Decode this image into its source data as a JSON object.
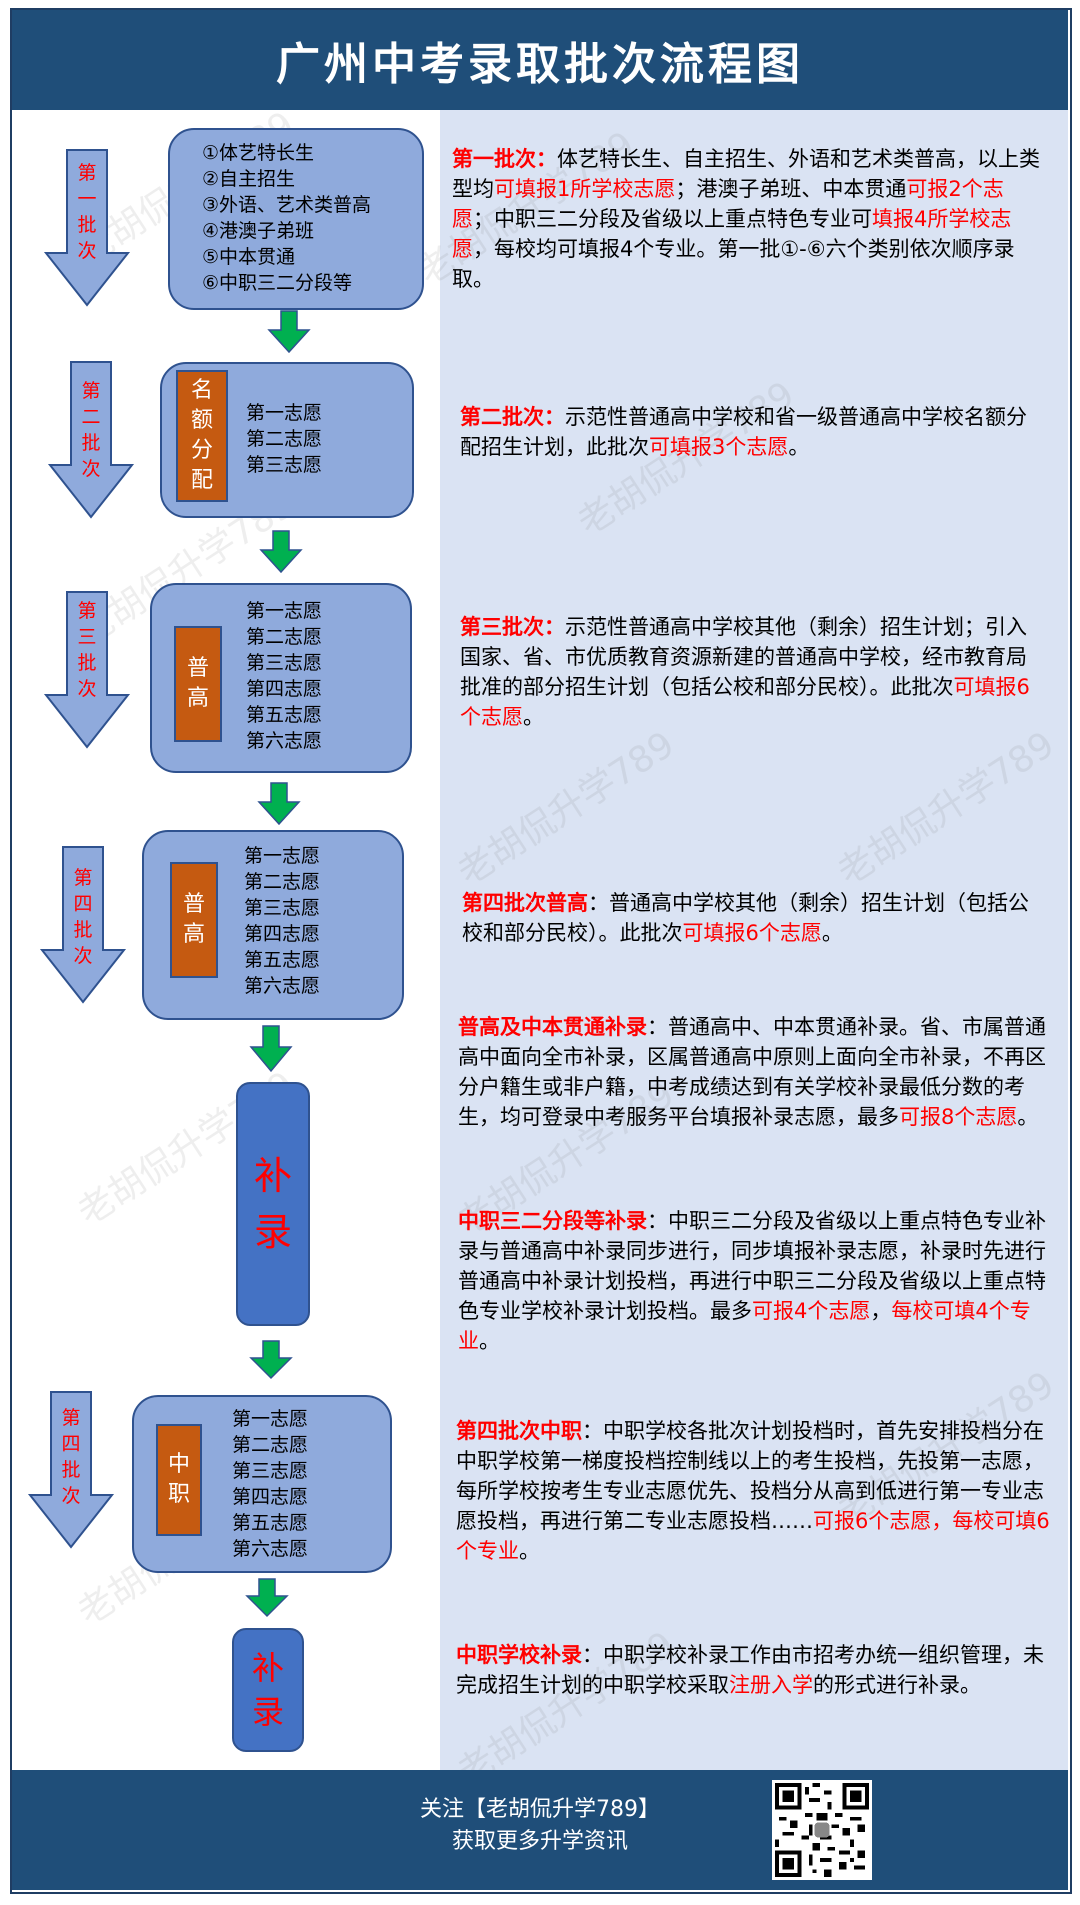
{
  "title": "广州中考录取批次流程图",
  "watermark": "老胡侃升学789",
  "flow": {
    "batch1": {
      "side_label": [
        "第",
        "一",
        "批",
        "次"
      ],
      "items": [
        "①体艺特长生",
        "②自主招生",
        "③外语、艺术类普高",
        "④港澳子弟班",
        "⑤中本贯通",
        "⑥中职三二分段等"
      ]
    },
    "batch2": {
      "side_label": [
        "第",
        "二",
        "批",
        "次"
      ],
      "tag": [
        "名",
        "额",
        "分",
        "配"
      ],
      "items": [
        "第一志愿",
        "第二志愿",
        "第三志愿"
      ]
    },
    "batch3": {
      "side_label": [
        "第",
        "三",
        "批",
        "次"
      ],
      "tag": [
        "普",
        "高"
      ],
      "items": [
        "第一志愿",
        "第二志愿",
        "第三志愿",
        "第四志愿",
        "第五志愿",
        "第六志愿"
      ]
    },
    "batch4": {
      "side_label": [
        "第",
        "四",
        "批",
        "次"
      ],
      "tag": [
        "普",
        "高"
      ],
      "items": [
        "第一志愿",
        "第二志愿",
        "第三志愿",
        "第四志愿",
        "第五志愿",
        "第六志愿"
      ]
    },
    "bulu1": [
      "补",
      "录"
    ],
    "batch5": {
      "side_label": [
        "第",
        "四",
        "批",
        "次"
      ],
      "tag": [
        "中",
        "职"
      ],
      "items": [
        "第一志愿",
        "第二志愿",
        "第三志愿",
        "第四志愿",
        "第五志愿",
        "第六志愿"
      ]
    },
    "bulu2": [
      "补",
      "录"
    ]
  },
  "desc": {
    "p1": {
      "title": "第一批次：",
      "t1": "体艺特长生、自主招生、外语和艺术类普高，以上类型均",
      "r1": "可填报1所学校志愿",
      "t2": "；港澳子弟班、中本贯通",
      "r2": "可报2个志愿",
      "t3": "；中职三二分段及省级以上重点特色专业可",
      "r3": "填报4所学校志愿",
      "t4": "，每校均可填报4个专业。第一批①-⑥六个类别依次顺序录取。"
    },
    "p2": {
      "title": "第二批次：",
      "t1": "示范性普通高中学校和省一级普通高中学校名额分配招生计划，此批次",
      "r1": "可填报3个志愿",
      "t2": "。"
    },
    "p3": {
      "title": "第三批次：",
      "t1": "示范性普通高中学校其他（剩余）招生计划；引入国家、省、市优质教育资源新建的普通高中学校，经市教育局批准的部分招生计划（包括公校和部分民校）。此批次",
      "r1": "可填报6个志愿",
      "t2": "。"
    },
    "p4": {
      "title": "第四批次普高",
      "t1": "：普通高中学校其他（剩余）招生计划（包括公校和部分民校）。此批次",
      "r1": "可填报6个志愿",
      "t2": "。"
    },
    "p5": {
      "title": "普高及中本贯通补录",
      "t1": "：普通高中、中本贯通补录。省、市属普通高中面向全市补录，区属普通高中原则上面向全市补录，不再区分户籍生或非户籍，中考成绩达到有关学校补录最低分数的考生，均可登录中考服务平台填报补录志愿，最多",
      "r1": "可报8个志愿",
      "t2": "。"
    },
    "p6": {
      "title": "中职三二分段等补录",
      "t1": "：中职三二分段及省级以上重点特色专业补录与普通高中补录同步进行，同步填报补录志愿，补录时先进行普通高中补录计划投档，再进行中职三二分段及省级以上重点特色专业学校补录计划投档。最多",
      "r1": "可报4个志愿",
      "t2": "，",
      "r2": "每校可填4个专业",
      "t3": "。"
    },
    "p7": {
      "title": "第四批次中职",
      "t1": "：中职学校各批次计划投档时，首先安排投档分在中职学校第一梯度投档控制线以上的考生投档，先投第一志愿，每所学校按考生专业志愿优先、投档分从高到低进行第一专业志愿投档，再进行第二专业志愿投档……",
      "r1": "可报6个志愿，每校可填6个专业",
      "t2": "。"
    },
    "p8": {
      "title": "中职学校补录",
      "t1": "：中职学校补录工作由市招考办统一组织管理，未完成招生计划的中职学校采取",
      "r1": "注册入学",
      "t2": "的形式进行补录。"
    }
  },
  "footer": {
    "line1": "关注【老胡侃升学789】",
    "line2": "获取更多升学资讯"
  },
  "colors": {
    "header_bg": "#1f4e79",
    "box_fill": "#8faadc",
    "tag_fill": "#c55a11",
    "bulu_fill": "#4472c4",
    "arrow_green": "#00b050",
    "accent_red": "#ff0000",
    "right_panel_bg": "#dae3f3"
  }
}
